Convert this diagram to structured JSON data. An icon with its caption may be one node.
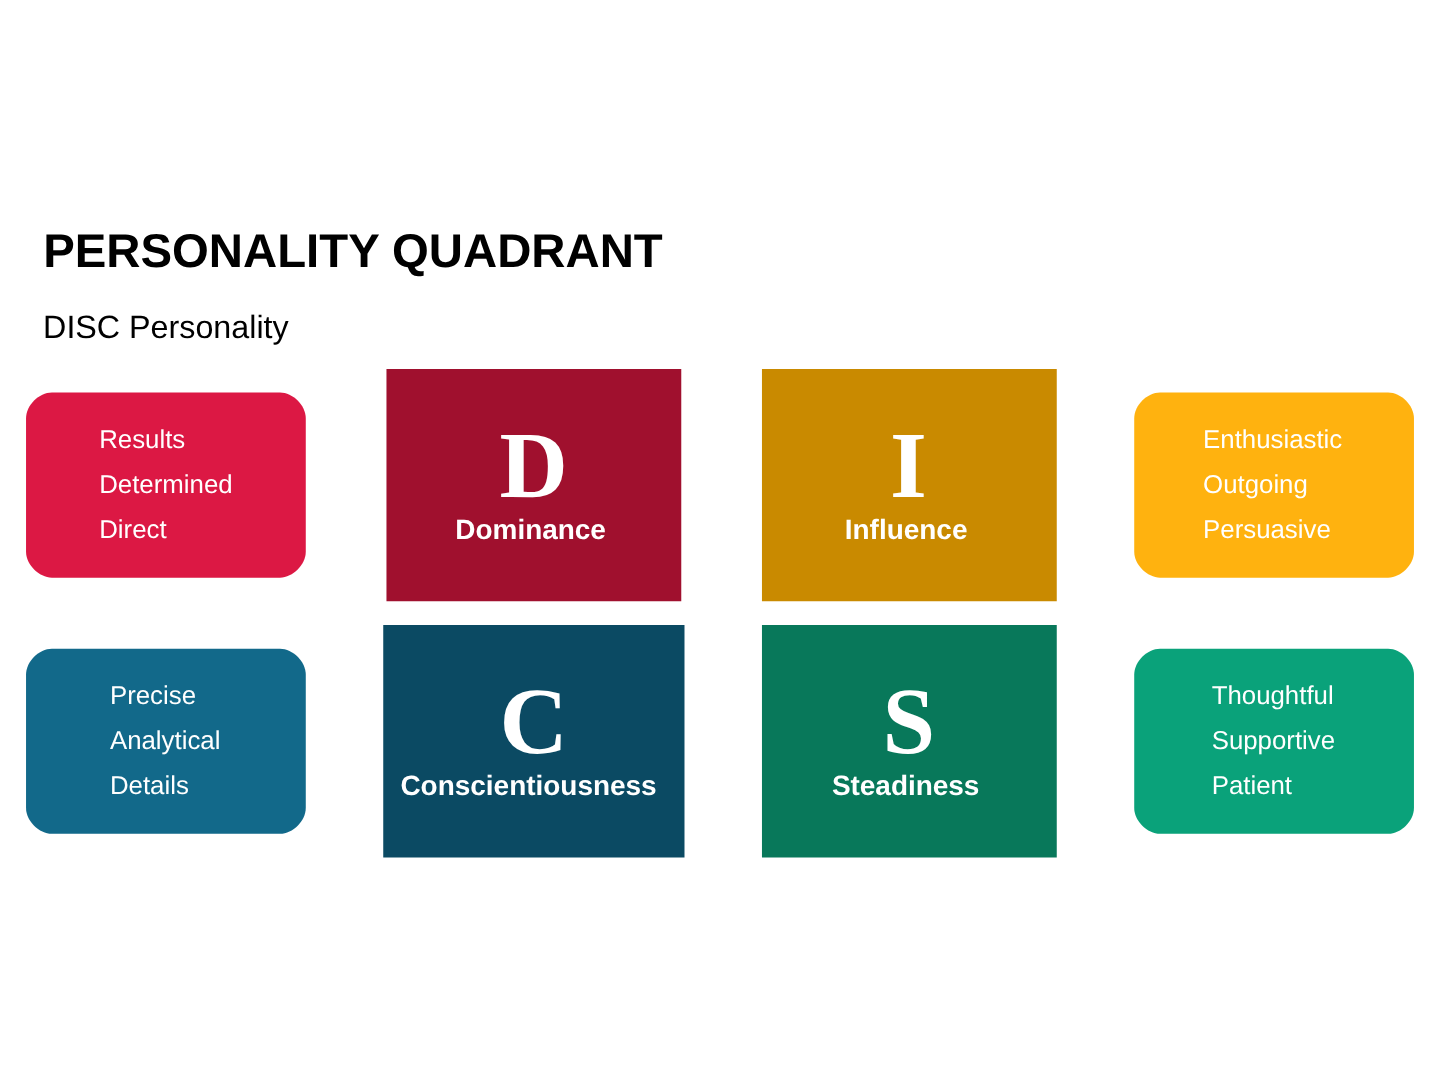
{
  "diagram": {
    "title": "PERSONALITY QUADRANT",
    "nodes": [
      {
        "text": [
          "Results",
          "Determined",
          "Direct"
        ]
      },
      {
        "text": [
          "D",
          "Dominance"
        ]
      },
      {
        "text": [
          "I",
          "Influence"
        ]
      },
      {
        "text": [
          "Enthusiastic",
          "Outgoing",
          "Persuasive"
        ]
      },
      {
        "text": [
          "Precise",
          "Analytical",
          "Details"
        ]
      },
      {
        "text": [
          "C",
          "Conscientiousness"
        ]
      },
      {
        "text": [
          "S",
          "Steadiness"
        ]
      },
      {
        "text": [
          "Thoughtful",
          "Supportive",
          "Patient"
        ]
      }
    ],
    "edges": [],
    "labels": [
      "DISC Personality"
    ]
  }
}
